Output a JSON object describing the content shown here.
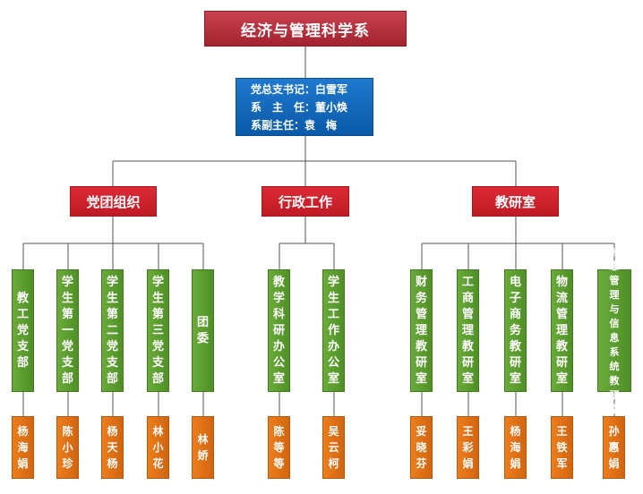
{
  "title": "经济与管理科学系",
  "leaders": [
    "党总支书记：白雪军",
    "系　主　任：董小焕",
    "系副主任：袁　梅"
  ],
  "groups": [
    {
      "label": "党团组织",
      "units": [
        {
          "name": "教工党支部",
          "head": "杨海娟"
        },
        {
          "name": "学生第一党支部",
          "head": "陈小珍"
        },
        {
          "name": "学生第二党支部",
          "head": "杨天杨"
        },
        {
          "name": "学生第三党支部",
          "head": "林小花"
        },
        {
          "name": "团委",
          "head": "林娇"
        }
      ]
    },
    {
      "label": "行政工作",
      "units": [
        {
          "name": "教学科研办公室",
          "head": "陈等等"
        },
        {
          "name": "学生工作办公室",
          "head": "吴云柯"
        }
      ]
    },
    {
      "label": "教研室",
      "units": [
        {
          "name": "财务管理教研室",
          "head": "妥晓芬"
        },
        {
          "name": "工商管理教研室",
          "head": "王彩娟"
        },
        {
          "name": "电子商务教研室",
          "head": "杨海娟"
        },
        {
          "name": "物流管理教研室",
          "head": "王铁军"
        },
        {
          "name": "信息管理与信息系统教研室",
          "head": "孙惠娟"
        }
      ]
    }
  ]
}
